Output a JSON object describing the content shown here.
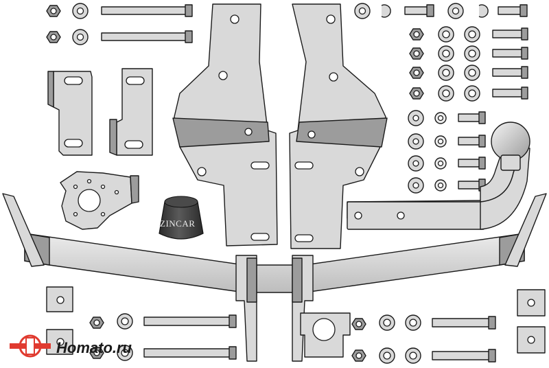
{
  "image": {
    "title": "",
    "subject": "tow hitch kit parts layout",
    "colors": {
      "metal": "#d9d9d9",
      "metal_dark": "#9c9c9c",
      "outline": "#1a1a1a",
      "background": "#ffffff",
      "watermark_red": "#e03a2f",
      "cap": "#3a3a3a"
    }
  },
  "cap": {
    "brand_text": "ZINCAR"
  },
  "watermark": {
    "text": "Homato.ru",
    "icon": "tow-hitch-logo-icon"
  }
}
